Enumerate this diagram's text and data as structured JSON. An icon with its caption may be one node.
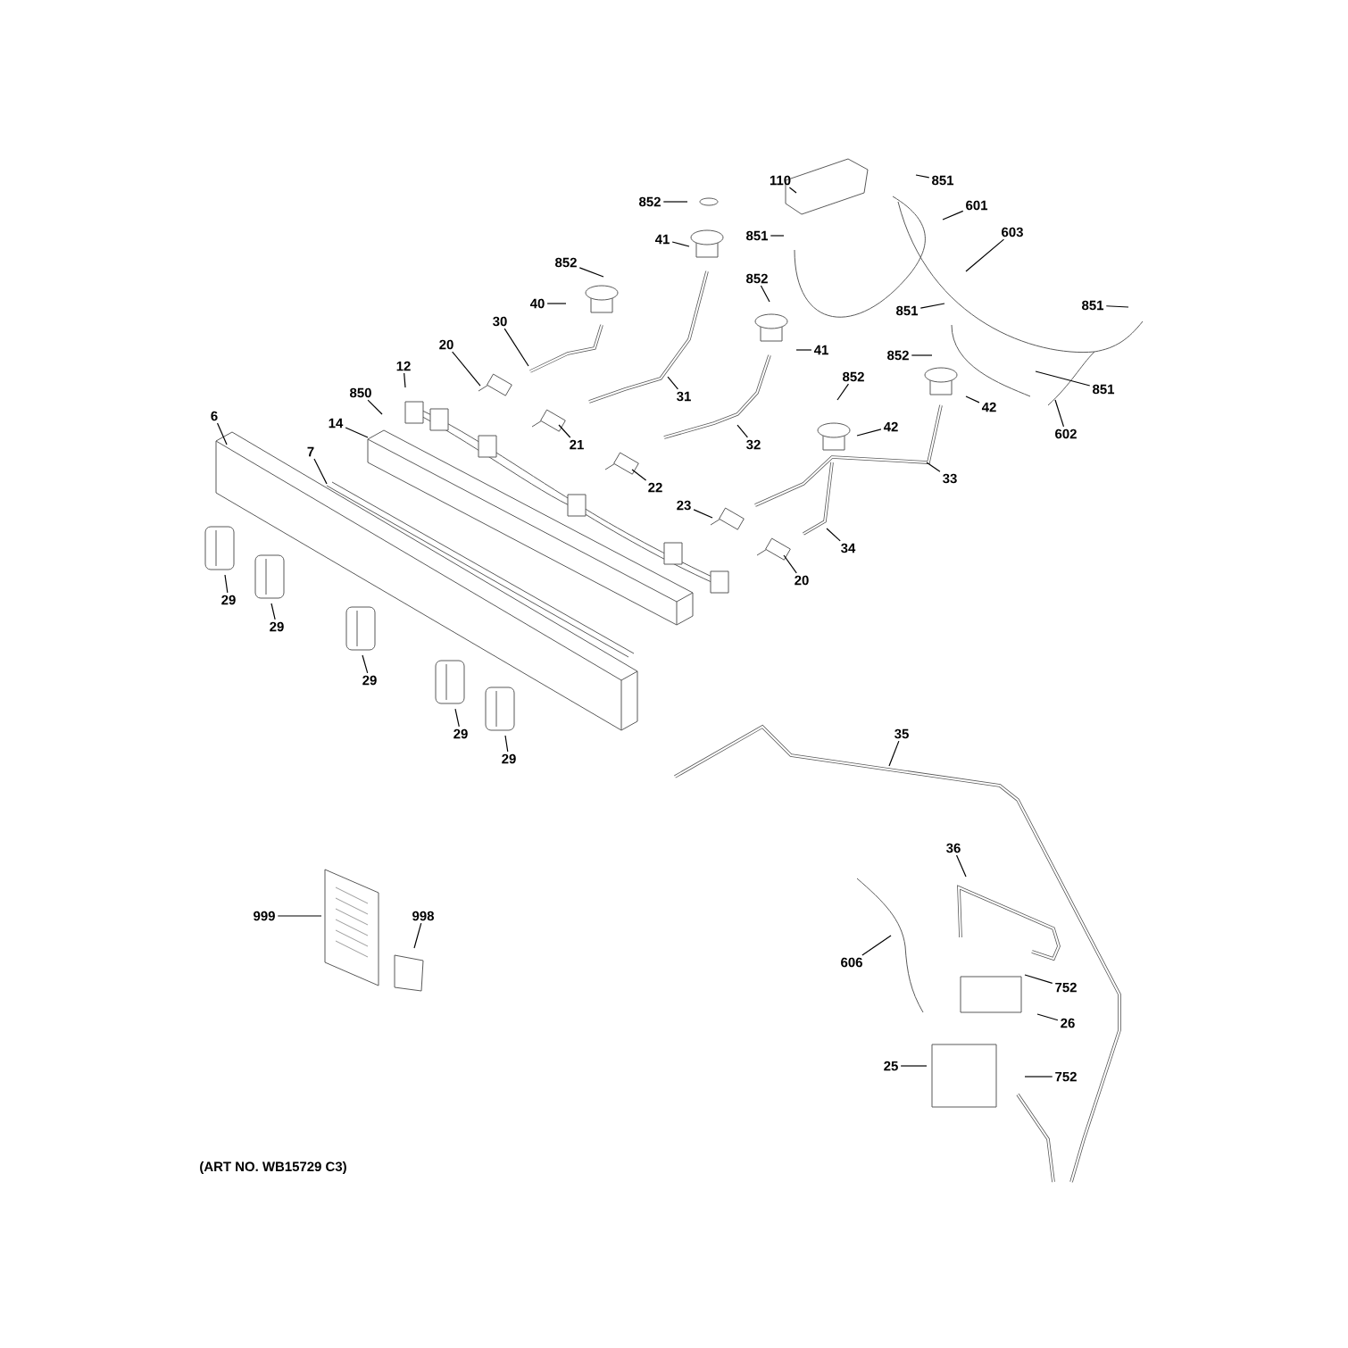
{
  "diagram": {
    "nodes": [
      {
        "text": [
          "852"
        ]
      },
      {
        "text": [
          "110"
        ]
      },
      {
        "text": [
          "851"
        ]
      },
      {
        "text": [
          "41"
        ]
      },
      {
        "text": [
          "851"
        ]
      },
      {
        "text": [
          "601"
        ]
      },
      {
        "text": [
          "603"
        ]
      },
      {
        "text": [
          "852"
        ]
      },
      {
        "text": [
          "40"
        ]
      },
      {
        "text": [
          "852"
        ]
      },
      {
        "text": [
          "851"
        ]
      },
      {
        "text": [
          "851"
        ]
      },
      {
        "text": [
          "30"
        ]
      },
      {
        "text": [
          "41"
        ]
      },
      {
        "text": [
          "20"
        ]
      },
      {
        "text": [
          "12"
        ]
      },
      {
        "text": [
          "31"
        ]
      },
      {
        "text": [
          "852"
        ]
      },
      {
        "text": [
          "851"
        ]
      },
      {
        "text": [
          "850"
        ]
      },
      {
        "text": [
          "852"
        ]
      },
      {
        "text": [
          "42"
        ]
      },
      {
        "text": [
          "42"
        ]
      },
      {
        "text": [
          "6"
        ]
      },
      {
        "text": [
          "14"
        ]
      },
      {
        "text": [
          "21"
        ]
      },
      {
        "text": [
          "32"
        ]
      },
      {
        "text": [
          "602"
        ]
      },
      {
        "text": [
          "7"
        ]
      },
      {
        "text": [
          "22"
        ]
      },
      {
        "text": [
          "33"
        ]
      },
      {
        "text": [
          "23"
        ]
      },
      {
        "text": [
          "34"
        ]
      },
      {
        "text": [
          "20"
        ]
      },
      {
        "text": [
          "29"
        ]
      },
      {
        "text": [
          "29"
        ]
      },
      {
        "text": [
          "29"
        ]
      },
      {
        "text": [
          "29"
        ]
      },
      {
        "text": [
          "29"
        ]
      },
      {
        "text": [
          "35"
        ]
      },
      {
        "text": [
          "36"
        ]
      },
      {
        "text": [
          "999"
        ]
      },
      {
        "text": [
          "998"
        ]
      },
      {
        "text": [
          "606"
        ]
      },
      {
        "text": [
          "752"
        ]
      },
      {
        "text": [
          "26"
        ]
      },
      {
        "text": [
          "25"
        ]
      },
      {
        "text": [
          "752"
        ]
      }
    ],
    "edges": [
      {
        "from": 0,
        "to": null,
        "arrow": "none"
      },
      {
        "from": 1,
        "to": null,
        "arrow": "none"
      },
      {
        "from": 2,
        "to": null,
        "arrow": "none"
      },
      {
        "from": 3,
        "to": null,
        "arrow": "none"
      },
      {
        "from": 4,
        "to": null,
        "arrow": "none"
      },
      {
        "from": 5,
        "to": null,
        "arrow": "none"
      },
      {
        "from": 6,
        "to": null,
        "arrow": "none"
      },
      {
        "from": 7,
        "to": null,
        "arrow": "none"
      },
      {
        "from": 8,
        "to": null,
        "arrow": "none"
      },
      {
        "from": 9,
        "to": null,
        "arrow": "none"
      },
      {
        "from": 10,
        "to": null,
        "arrow": "none"
      },
      {
        "from": 11,
        "to": null,
        "arrow": "none"
      },
      {
        "from": 12,
        "to": null,
        "arrow": "none"
      },
      {
        "from": 13,
        "to": null,
        "arrow": "none"
      },
      {
        "from": 14,
        "to": null,
        "arrow": "none"
      },
      {
        "from": 15,
        "to": null,
        "arrow": "none"
      },
      {
        "from": 16,
        "to": null,
        "arrow": "none"
      },
      {
        "from": 17,
        "to": null,
        "arrow": "none"
      },
      {
        "from": 18,
        "to": null,
        "arrow": "none"
      },
      {
        "from": 19,
        "to": null,
        "arrow": "none"
      },
      {
        "from": 20,
        "to": null,
        "arrow": "none"
      },
      {
        "from": 21,
        "to": null,
        "arrow": "none"
      },
      {
        "from": 22,
        "to": null,
        "arrow": "none"
      },
      {
        "from": 23,
        "to": null,
        "arrow": "none"
      },
      {
        "from": 24,
        "to": null,
        "arrow": "none"
      },
      {
        "from": 25,
        "to": null,
        "arrow": "none"
      },
      {
        "from": 26,
        "to": null,
        "arrow": "none"
      },
      {
        "from": 27,
        "to": null,
        "arrow": "none"
      },
      {
        "from": 28,
        "to": null,
        "arrow": "none"
      },
      {
        "from": 29,
        "to": null,
        "arrow": "none"
      },
      {
        "from": 30,
        "to": null,
        "arrow": "none"
      },
      {
        "from": 31,
        "to": null,
        "arrow": "none"
      },
      {
        "from": 32,
        "to": null,
        "arrow": "none"
      },
      {
        "from": 33,
        "to": null,
        "arrow": "none"
      },
      {
        "from": 34,
        "to": null,
        "arrow": "none"
      },
      {
        "from": 35,
        "to": null,
        "arrow": "none"
      },
      {
        "from": 36,
        "to": null,
        "arrow": "none"
      },
      {
        "from": 37,
        "to": null,
        "arrow": "none"
      },
      {
        "from": 38,
        "to": null,
        "arrow": "none"
      },
      {
        "from": 39,
        "to": null,
        "arrow": "none"
      },
      {
        "from": 40,
        "to": null,
        "arrow": "none"
      },
      {
        "from": 41,
        "to": null,
        "arrow": "none"
      },
      {
        "from": 42,
        "to": null,
        "arrow": "none"
      },
      {
        "from": 43,
        "to": null,
        "arrow": "none"
      },
      {
        "from": 44,
        "to": null,
        "arrow": "none"
      },
      {
        "from": 45,
        "to": null,
        "arrow": "none"
      },
      {
        "from": 46,
        "to": null,
        "arrow": "none"
      },
      {
        "from": 47,
        "to": null,
        "arrow": "none"
      }
    ],
    "labels": [
      "(ART NO. WB15729 C3)"
    ]
  }
}
